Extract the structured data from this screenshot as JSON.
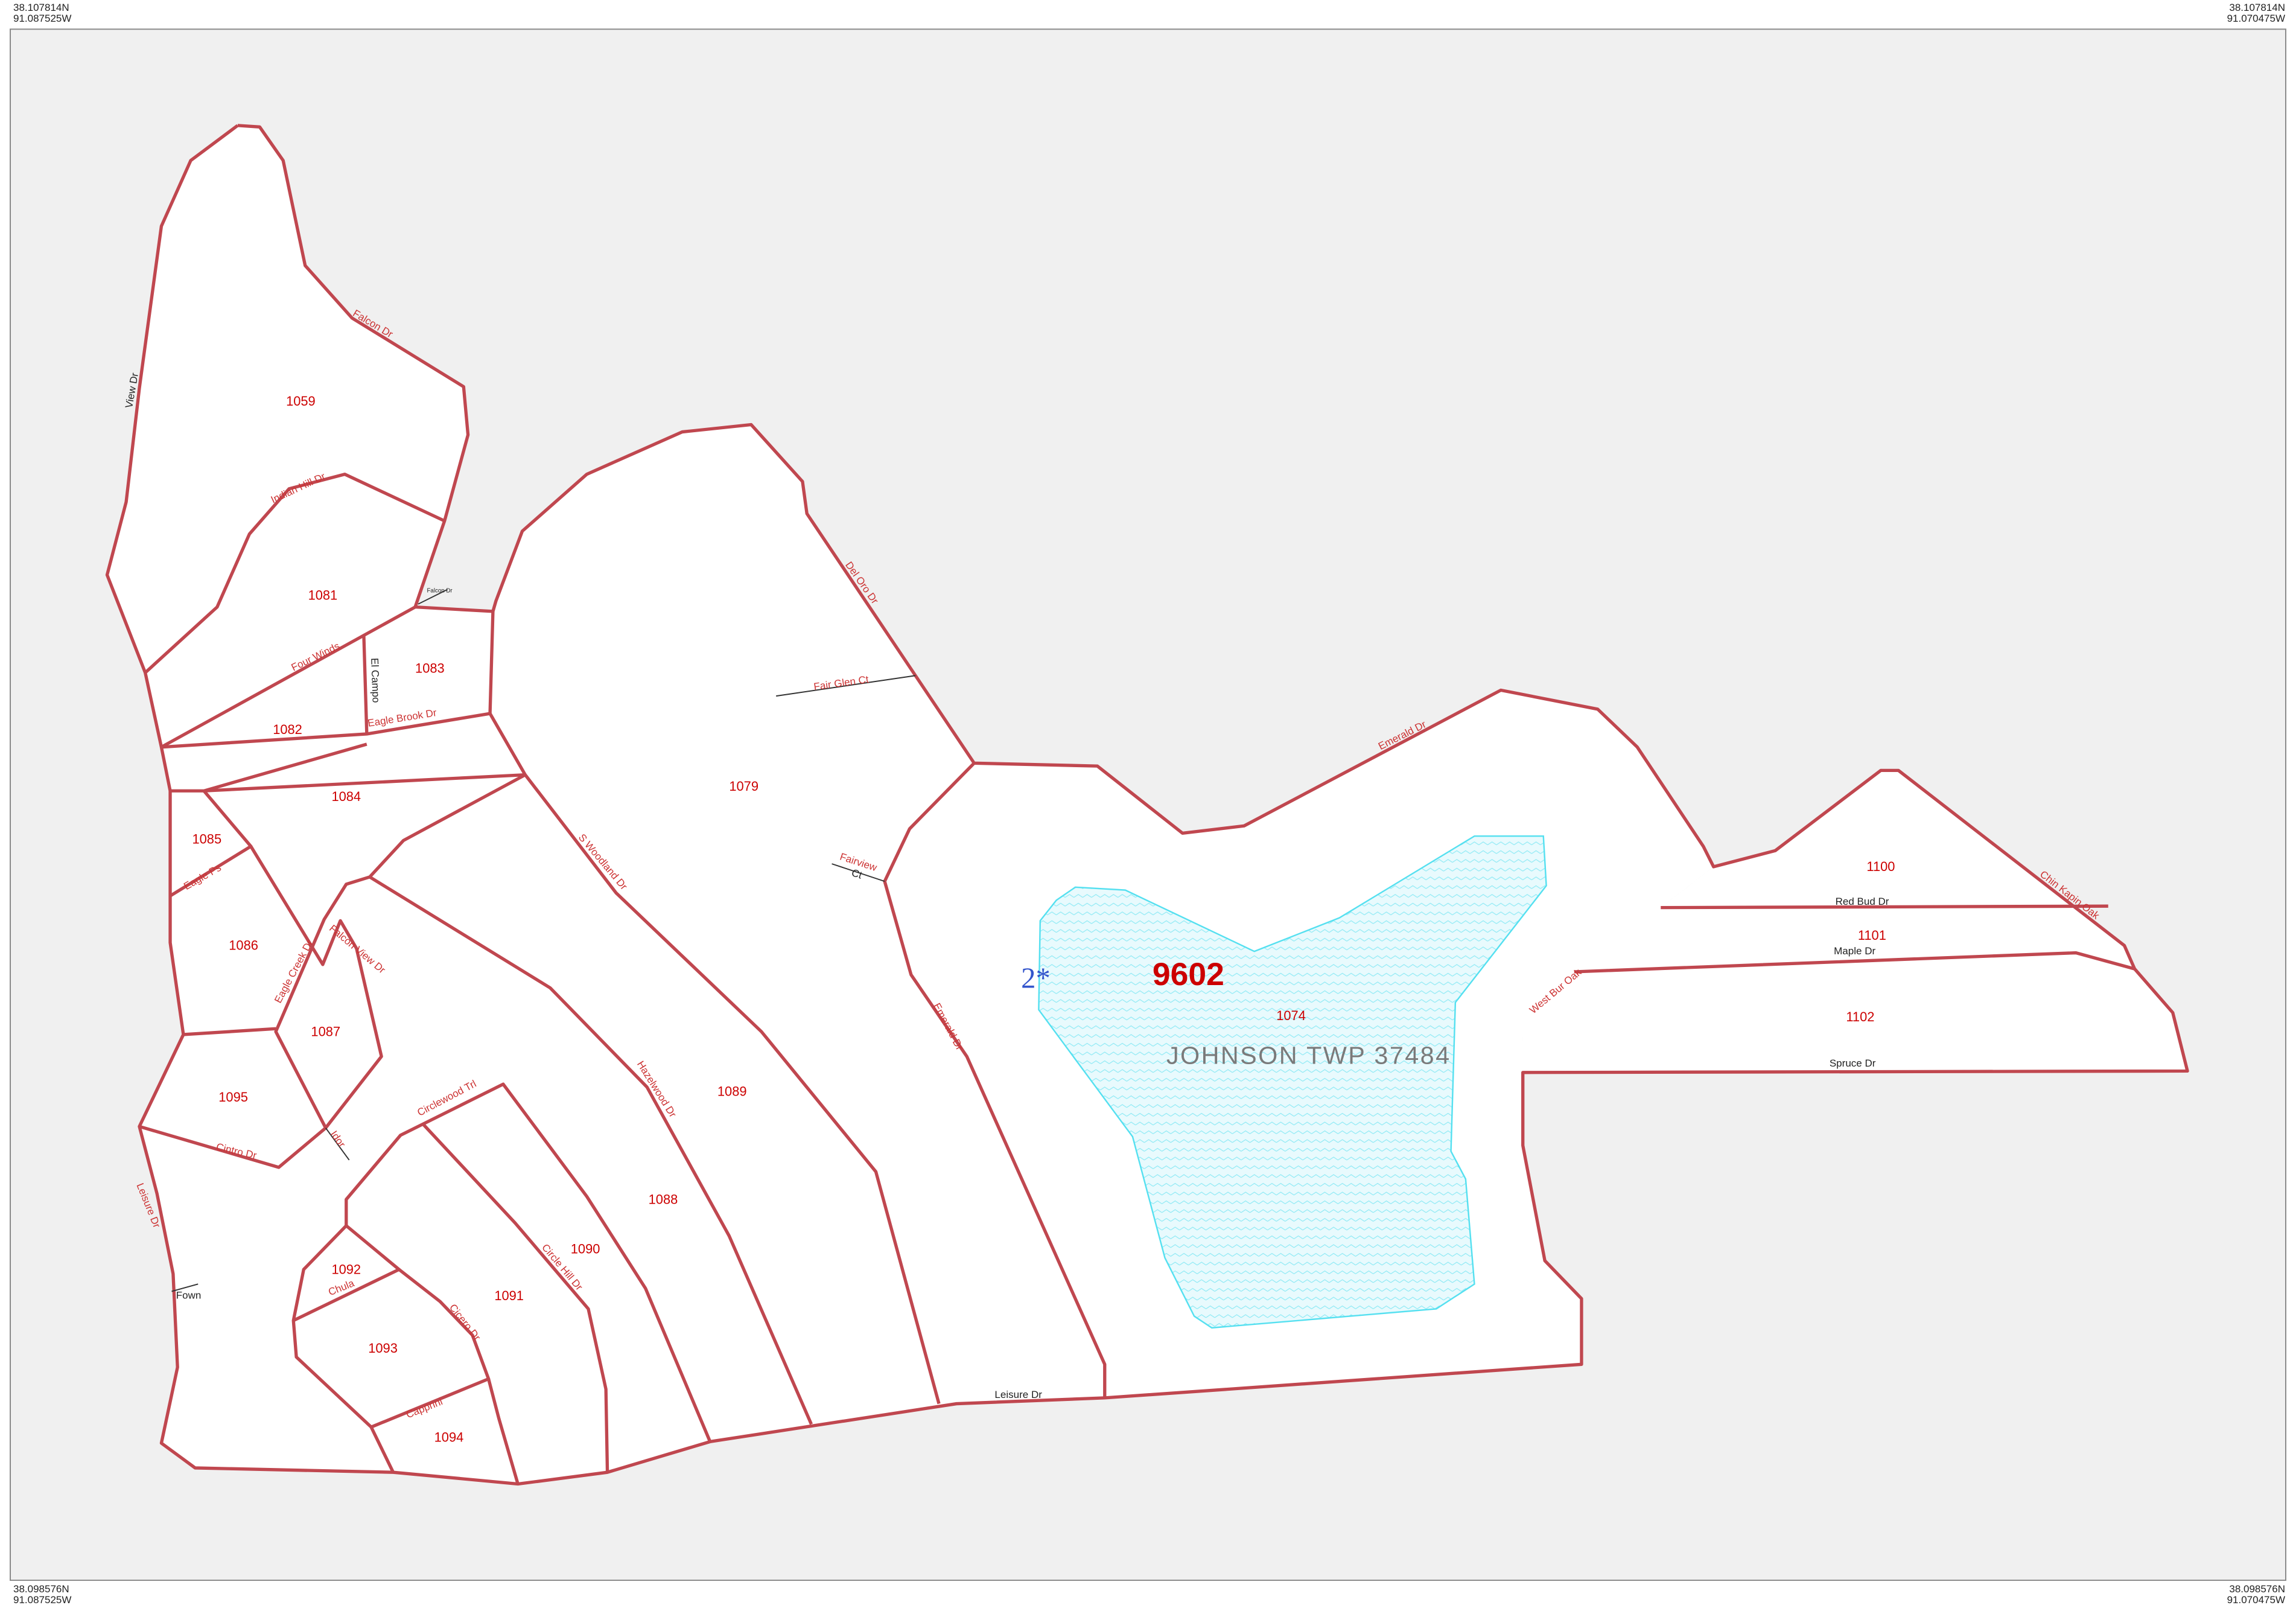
{
  "corners": {
    "top_left": {
      "lat": "38.107814N",
      "lon": "91.087525W"
    },
    "top_right": {
      "lat": "38.107814N",
      "lon": "91.070475W"
    },
    "bottom_left": {
      "lat": "38.098576N",
      "lon": "91.087525W"
    },
    "bottom_right": {
      "lat": "38.098576N",
      "lon": "91.070475W"
    }
  },
  "tract": "9602",
  "township": "JOHNSON TWP 37484",
  "place_marker": "2*",
  "blocks": [
    "1059",
    "1081",
    "1083",
    "1082",
    "1084",
    "1085",
    "1086",
    "1087",
    "1095",
    "1079",
    "1089",
    "1088",
    "1090",
    "1091",
    "1092",
    "1093",
    "1094",
    "1074",
    "1100",
    "1101",
    "1102"
  ],
  "streets": {
    "view_dr": "View Dr",
    "falcon_dr": "Falcon Dr",
    "indian_hill_dr": "Indian Hill Dr",
    "falcon_dr_small": "Falcon Dr",
    "four_winds": "Four Winds",
    "el_campo": "El Campo",
    "eagle_brook_dr": "Eagle Brook Dr",
    "del_oro_dr": "Del Oro Dr",
    "fair_glen_ct": "Fair Glen Ct",
    "fairview": "Fairview",
    "ct": "Ct",
    "emerald_dr_top": "Emerald Dr",
    "emerald_dr_side": "Emerald Dr",
    "s_woodland_dr": "S Woodland Dr",
    "hazelwood_dr": "Hazelwood Dr",
    "eagle_ps": "Eagle Ps",
    "eagle_creek_dr": "Eagle Creek Dr",
    "falcon_view_dr": "Falcon View Dr",
    "idor": "Idor",
    "cintro_dr": "Cintro Dr",
    "leisure_dr_left": "Leisure Dr",
    "fown": "Fown",
    "circlewood_trl": "Circlewood Trl",
    "circle_hill_dr": "Circle Hill Dr",
    "chula": "Chula",
    "cicero_dr": "Cicero Dr",
    "capprini": "Capprini",
    "leisure_dr_bottom": "Leisure Dr",
    "west_bur_oak": "West Bur Oak",
    "red_bud_dr": "Red Bud Dr",
    "maple_dr": "Maple Dr",
    "spruce_dr": "Spruce Dr",
    "chin_kapin_oak": "Chin Kapin Oak"
  },
  "colors": {
    "boundary": "#c0474f",
    "block_label": "#cc0000",
    "street_red": "#cc3333",
    "street_black": "#222222",
    "water_edge": "#55e0f0",
    "water_fill": "#e8fafd",
    "background": "#f0f0f0",
    "township": "#7a7a7a",
    "place": "#3355cc"
  }
}
